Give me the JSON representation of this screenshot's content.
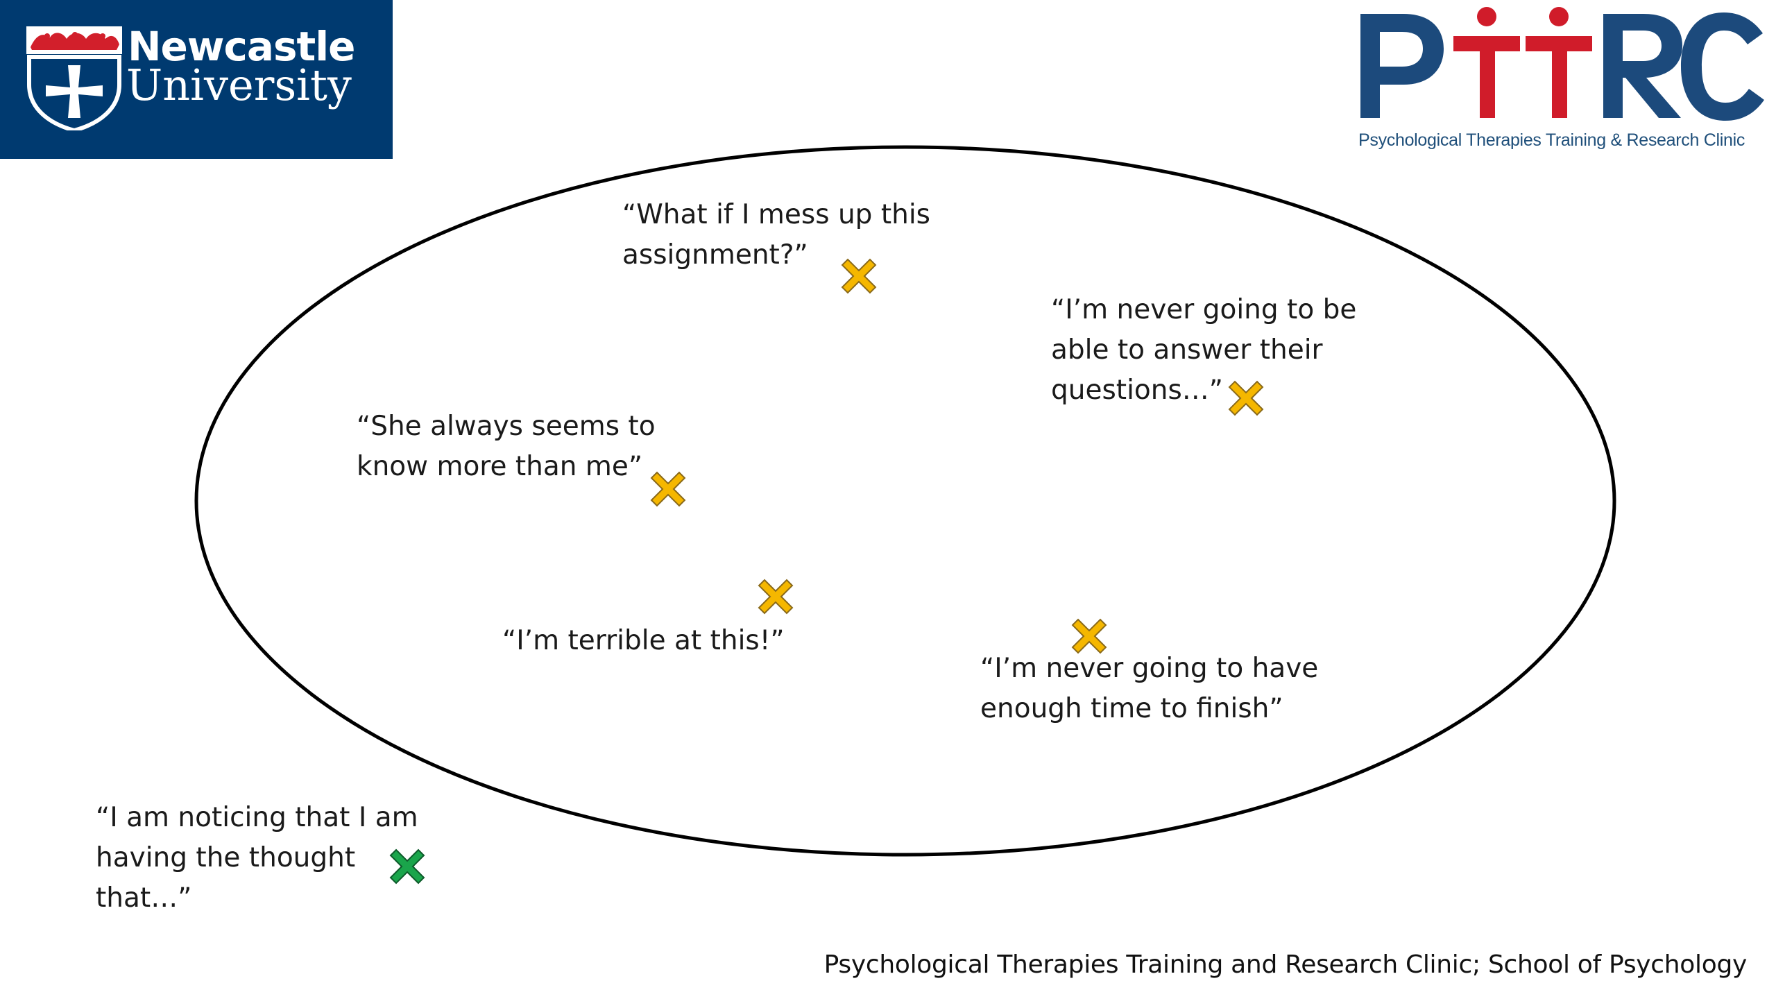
{
  "logos": {
    "newcastle": {
      "line1": "Newcastle",
      "line2": "University",
      "background": "#003a70"
    },
    "pttrc": {
      "acronym": "PTTRC",
      "tagline": "Psychological Therapies Training & Research Clinic",
      "blue": "#1c4a7c",
      "red": "#d01c2a"
    }
  },
  "thoughts": [
    {
      "text": "“What if I mess up this\nassignment?”",
      "marker": "cross-icon",
      "marker_color": "#f5b700"
    },
    {
      "text": "“I’m never going to be\nable to answer their\nquestions…”",
      "marker": "cross-icon",
      "marker_color": "#f5b700"
    },
    {
      "text": "“She always seems to\nknow more than me”",
      "marker": "cross-icon",
      "marker_color": "#f5b700"
    },
    {
      "text": "“I’m terrible at this!”",
      "marker": "cross-icon",
      "marker_color": "#f5b700"
    },
    {
      "text": "“I’m never going to have\nenough time to finish”",
      "marker": "cross-icon",
      "marker_color": "#f5b700"
    }
  ],
  "observer_thought": {
    "text": "“I am noticing that I am\nhaving the thought\nthat…”",
    "marker": "cross-icon",
    "marker_color": "#1aa54b"
  },
  "footer": "Psychological Therapies Training and Research Clinic; School of Psychology"
}
